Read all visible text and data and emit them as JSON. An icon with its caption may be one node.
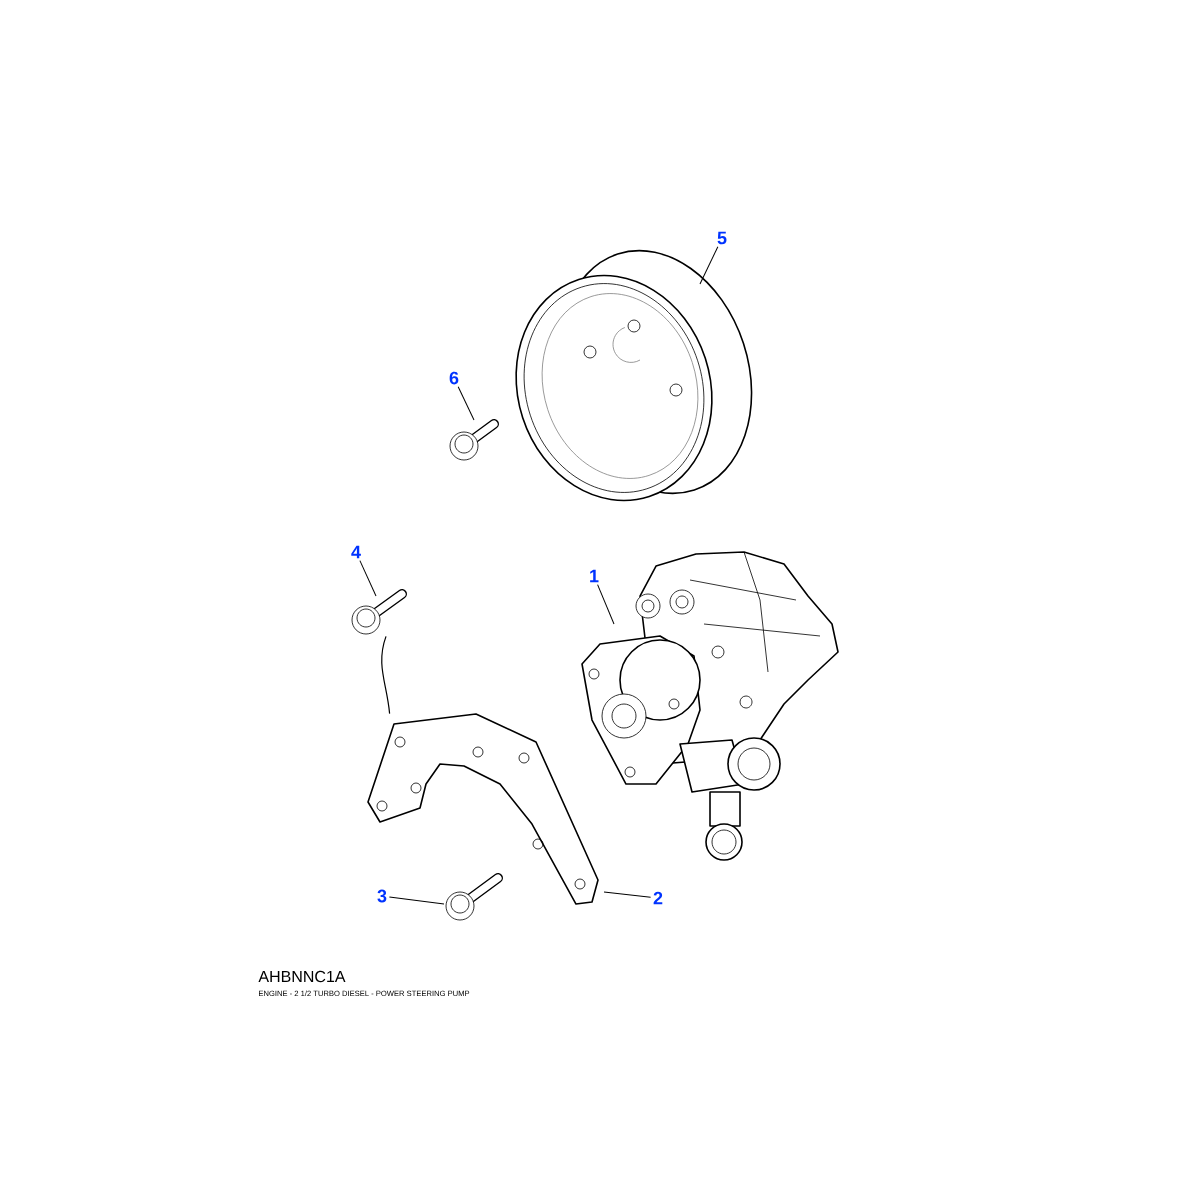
{
  "diagram": {
    "nodes": [
      {
        "text": [
          "5"
        ]
      },
      {
        "text": [],
        "shape": "picture"
      },
      {
        "text": [
          "6"
        ]
      },
      {
        "text": [],
        "shape": "picture"
      },
      {
        "text": [
          "4"
        ]
      },
      {
        "text": [],
        "shape": "picture"
      },
      {
        "text": [
          "1"
        ]
      },
      {
        "text": [],
        "shape": "picture"
      },
      {
        "text": [
          "3"
        ]
      },
      {
        "text": [],
        "shape": "picture"
      },
      {
        "text": [
          "2"
        ]
      },
      {
        "text": [],
        "shape": "picture"
      }
    ],
    "edges": [
      {
        "from": 0,
        "to": 1,
        "arrow": "none"
      },
      {
        "from": 2,
        "to": 3,
        "arrow": "none"
      },
      {
        "from": 4,
        "to": 5,
        "arrow": "none"
      },
      {
        "from": 6,
        "to": 7,
        "arrow": "none"
      },
      {
        "from": 8,
        "to": 9,
        "arrow": "none"
      },
      {
        "from": 10,
        "to": 11,
        "arrow": "none"
      },
      {
        "from": 5,
        "to": 11,
        "arrow": "none"
      }
    ],
    "labels": [
      "AHBNNC1A",
      "ENGINE - 2 1/2 TURBO DIESEL - POWER STEERING PUMP"
    ]
  }
}
